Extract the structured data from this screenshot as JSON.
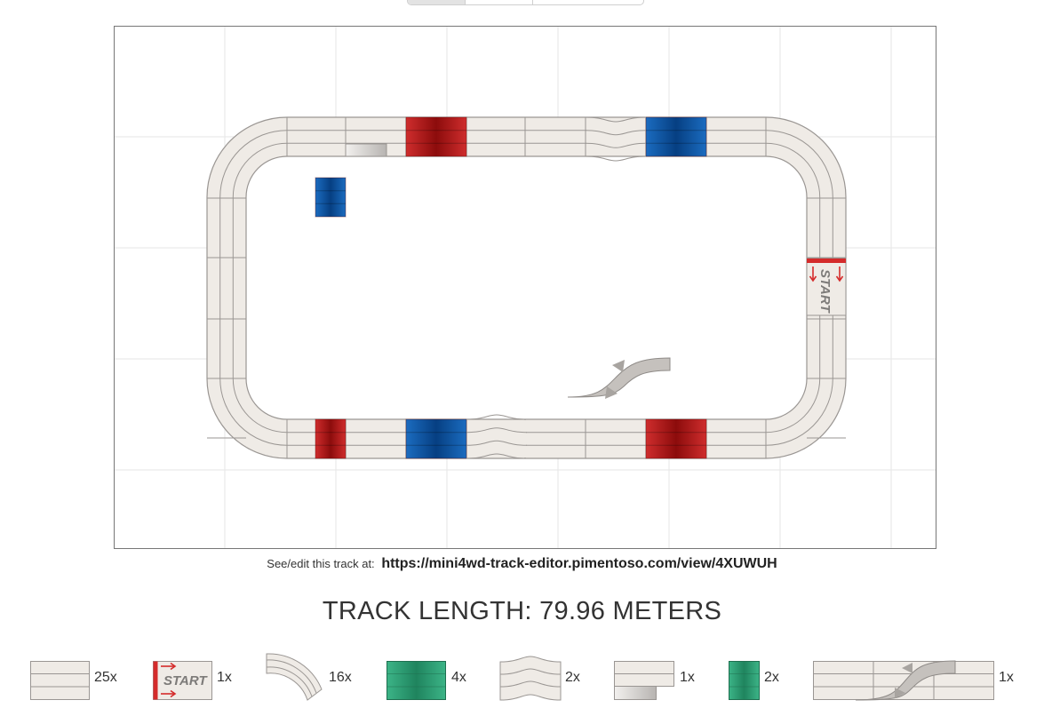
{
  "tabs": [
    "",
    "",
    ""
  ],
  "share": {
    "label": "See/edit this track at:",
    "url": "https://mini4wd-track-editor.pimentoso.com/view/4XUWUH"
  },
  "track_length": "TRACK LENGTH: 79.96 METERS",
  "start_label": "START",
  "legend": [
    {
      "piece": "straight",
      "count": "25x"
    },
    {
      "piece": "start-straight",
      "count": "1x"
    },
    {
      "piece": "curve",
      "count": "16x"
    },
    {
      "piece": "slope",
      "count": "4x"
    },
    {
      "piece": "wave",
      "count": "2x"
    },
    {
      "piece": "lane-change-half",
      "count": "1x"
    },
    {
      "piece": "slope-half",
      "count": "2x"
    },
    {
      "piece": "lane-change",
      "count": "1x"
    }
  ],
  "colors": {
    "track": "#efebe6",
    "track_line": "#9a9693",
    "red_slope": "#b51a1a",
    "blue_slope": "#0c58a6",
    "green_slope": "#2e9e74",
    "start_red": "#d42b2b"
  }
}
